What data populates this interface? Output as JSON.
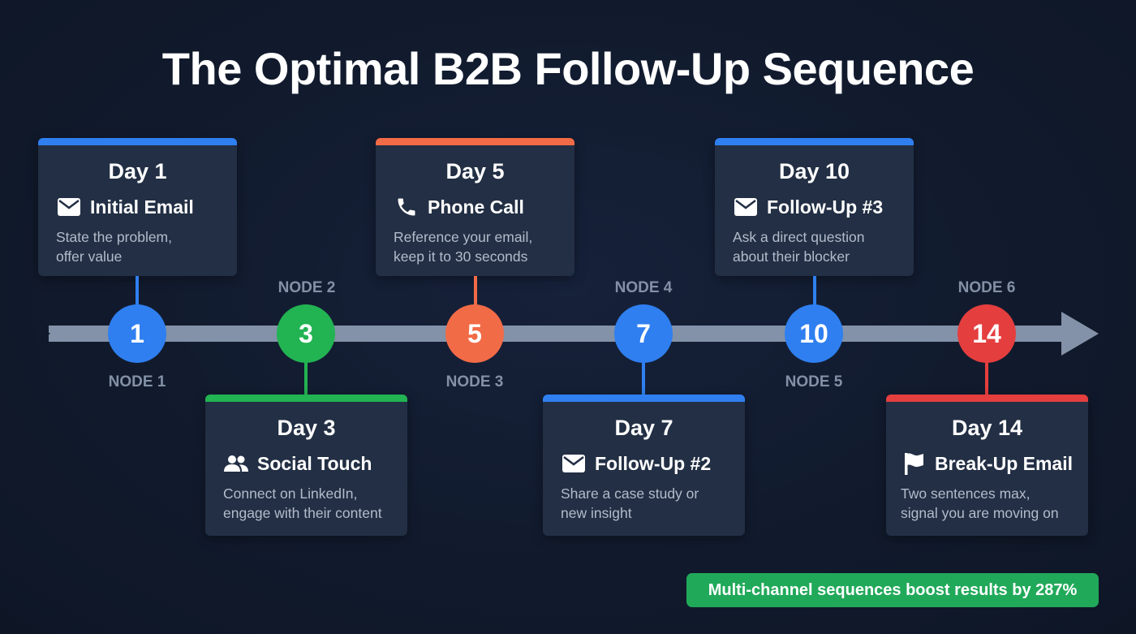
{
  "title": "The Optimal B2B Follow-Up Sequence",
  "colors": {
    "background": "#111a2c",
    "card": "#222f44",
    "axis": "#8392a8",
    "blue": "#2f7ff0",
    "green": "#22b352",
    "orange": "#f26b47",
    "red": "#e53e3e",
    "callout": "#21a95a"
  },
  "nodes": [
    {
      "label": "NODE 1",
      "number": "1",
      "color": "#2f7ff0",
      "day": "Day 1",
      "icon": "envelope-icon",
      "heading": "Initial Email",
      "desc_line1": "State the problem,",
      "desc_line2": "offer value",
      "position": "top"
    },
    {
      "label": "NODE 2",
      "number": "3",
      "color": "#22b352",
      "day": "Day 3",
      "icon": "people-icon",
      "heading": "Social Touch",
      "desc_line1": "Connect on LinkedIn,",
      "desc_line2": "engage with their content",
      "position": "bottom"
    },
    {
      "label": "NODE 3",
      "number": "5",
      "color": "#f26b47",
      "day": "Day 5",
      "icon": "phone-icon",
      "heading": "Phone Call",
      "desc_line1": "Reference your email,",
      "desc_line2": "keep it to 30 seconds",
      "position": "top"
    },
    {
      "label": "NODE 4",
      "number": "7",
      "color": "#2f7ff0",
      "day": "Day 7",
      "icon": "envelope-icon",
      "heading": "Follow-Up #2",
      "desc_line1": "Share a case study or",
      "desc_line2": "new insight",
      "position": "bottom"
    },
    {
      "label": "NODE 5",
      "number": "10",
      "color": "#2f7ff0",
      "day": "Day 10",
      "icon": "envelope-icon",
      "heading": "Follow-Up #3",
      "desc_line1": "Ask a direct question",
      "desc_line2": "about their blocker",
      "position": "top"
    },
    {
      "label": "NODE 6",
      "number": "14",
      "color": "#e53e3e",
      "day": "Day 14",
      "icon": "flag-icon",
      "heading": "Break-Up Email",
      "desc_line1": "Two sentences max,",
      "desc_line2": "signal you are moving on",
      "position": "bottom"
    }
  ],
  "callout": "Multi-channel sequences boost results by 287%"
}
